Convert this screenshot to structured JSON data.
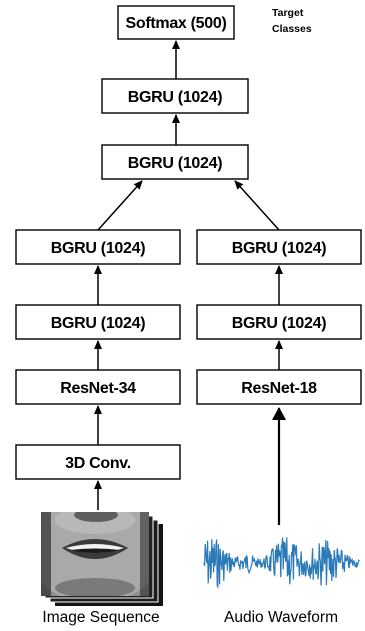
{
  "nodes": {
    "softmax": "Softmax (500)",
    "target_note_line1": "Target",
    "target_note_line2": "Classes",
    "bgru_top2": "BGRU (1024)",
    "bgru_top1": "BGRU (1024)",
    "bgru_video_2": "BGRU (1024)",
    "bgru_video_1": "BGRU (1024)",
    "bgru_audio_2": "BGRU (1024)",
    "bgru_audio_1": "BGRU (1024)",
    "resnet34": "ResNet-34",
    "resnet18": "ResNet-18",
    "conv3d": "3D Conv."
  },
  "inputs": {
    "video_label": "Image Sequence",
    "audio_label": "Audio Waveform"
  },
  "colors": {
    "waveform": "#2a7ab8",
    "face_dark": "#1a1a1a",
    "face_skin": "#9a9a9a"
  }
}
